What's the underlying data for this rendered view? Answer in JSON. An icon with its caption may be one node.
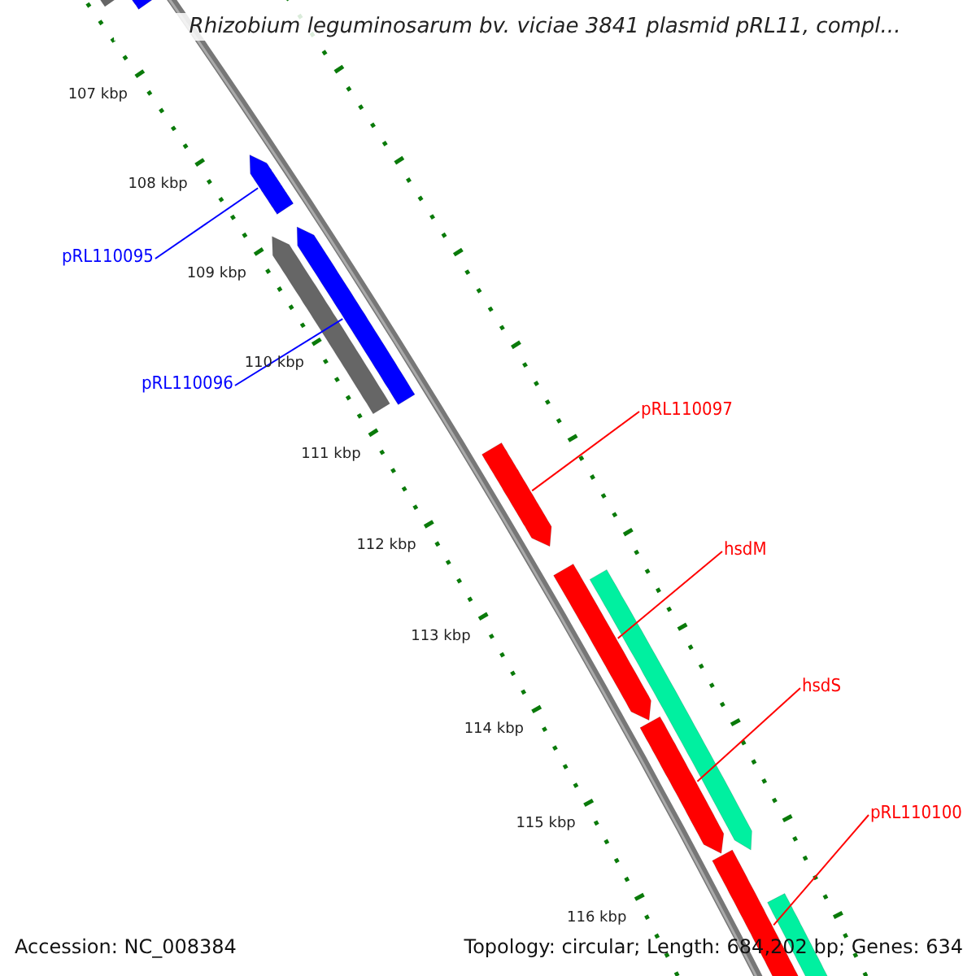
{
  "diagram": {
    "title": "Rhizobium leguminosarum bv. viciae 3841 plasmid pRL11, compl...",
    "nodes": [
      {
        "text": [],
        "shape": "arrow"
      },
      {
        "text": [],
        "shape": "arrow"
      },
      {
        "text": [
          "pRL110095"
        ]
      },
      {
        "text": [],
        "shape": "arrow"
      },
      {
        "text": [],
        "shape": "arrow"
      },
      {
        "text": [
          "pRL110096"
        ]
      },
      {
        "text": [],
        "shape": "arrow"
      },
      {
        "text": [
          "pRL110097"
        ]
      },
      {
        "text": [],
        "shape": "arrow"
      },
      {
        "text": [
          "hsdM"
        ]
      },
      {
        "text": [],
        "shape": "arrow"
      },
      {
        "text": [],
        "shape": "arrow"
      },
      {
        "text": [
          "hsdS"
        ]
      },
      {
        "text": [],
        "shape": "arrow"
      },
      {
        "text": [
          "pRL110100"
        ]
      },
      {
        "text": [],
        "shape": "arrow"
      },
      {
        "text": [],
        "shape": "arrow"
      }
    ],
    "edges": [
      {
        "from": 2,
        "to": 3,
        "arrow": "none",
        "color": "#0000ff"
      },
      {
        "from": 5,
        "to": 6,
        "arrow": "none",
        "color": "#0000ff"
      },
      {
        "from": 7,
        "to": 8,
        "arrow": "none"
      },
      {
        "from": 9,
        "to": 10,
        "arrow": "none"
      },
      {
        "from": 12,
        "to": 13,
        "arrow": "none"
      },
      {
        "from": 14,
        "to": 15,
        "arrow": "none"
      }
    ],
    "labels": [
      "107 kbp",
      "108 kbp",
      "109 kbp",
      "110 kbp",
      "111 kbp",
      "112 kbp",
      "113 kbp",
      "114 kbp",
      "115 kbp",
      "116 kbp",
      "Accession: NC_008384",
      "Topology: circular; Length: 684,202 bp; Genes: 634"
    ]
  }
}
